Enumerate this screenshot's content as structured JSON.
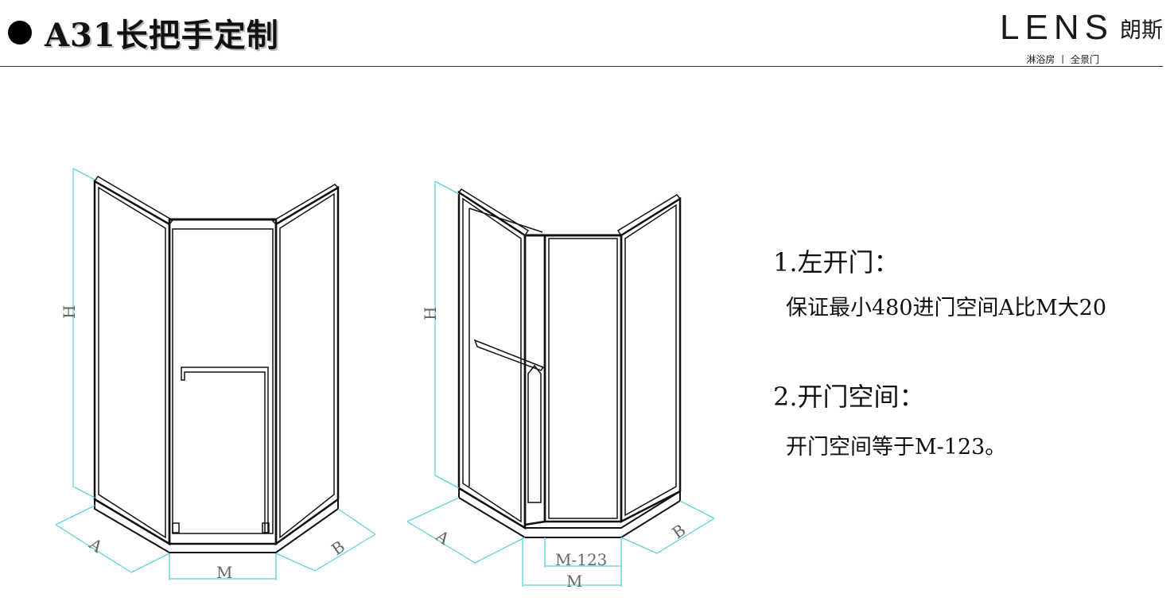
{
  "header": {
    "title": "A31长把手定制",
    "brand_logo": "LENS",
    "brand_cn": "朗斯",
    "brand_sub": "淋浴房 丨 全景门"
  },
  "notes": {
    "left_door_heading": "1.左开门：",
    "left_door_text": "保证最小480进门空间A比M大20",
    "door_space_heading": "2.开门空间：",
    "door_space_text": "开门空间等于M-123。"
  },
  "dimensions": {
    "h_label": "H",
    "a_label": "A",
    "b_label": "B",
    "m_label": "M",
    "m123_label": "M-123"
  },
  "colors": {
    "dimension_line": "#5fd3d8",
    "frame_line": "#111111"
  }
}
